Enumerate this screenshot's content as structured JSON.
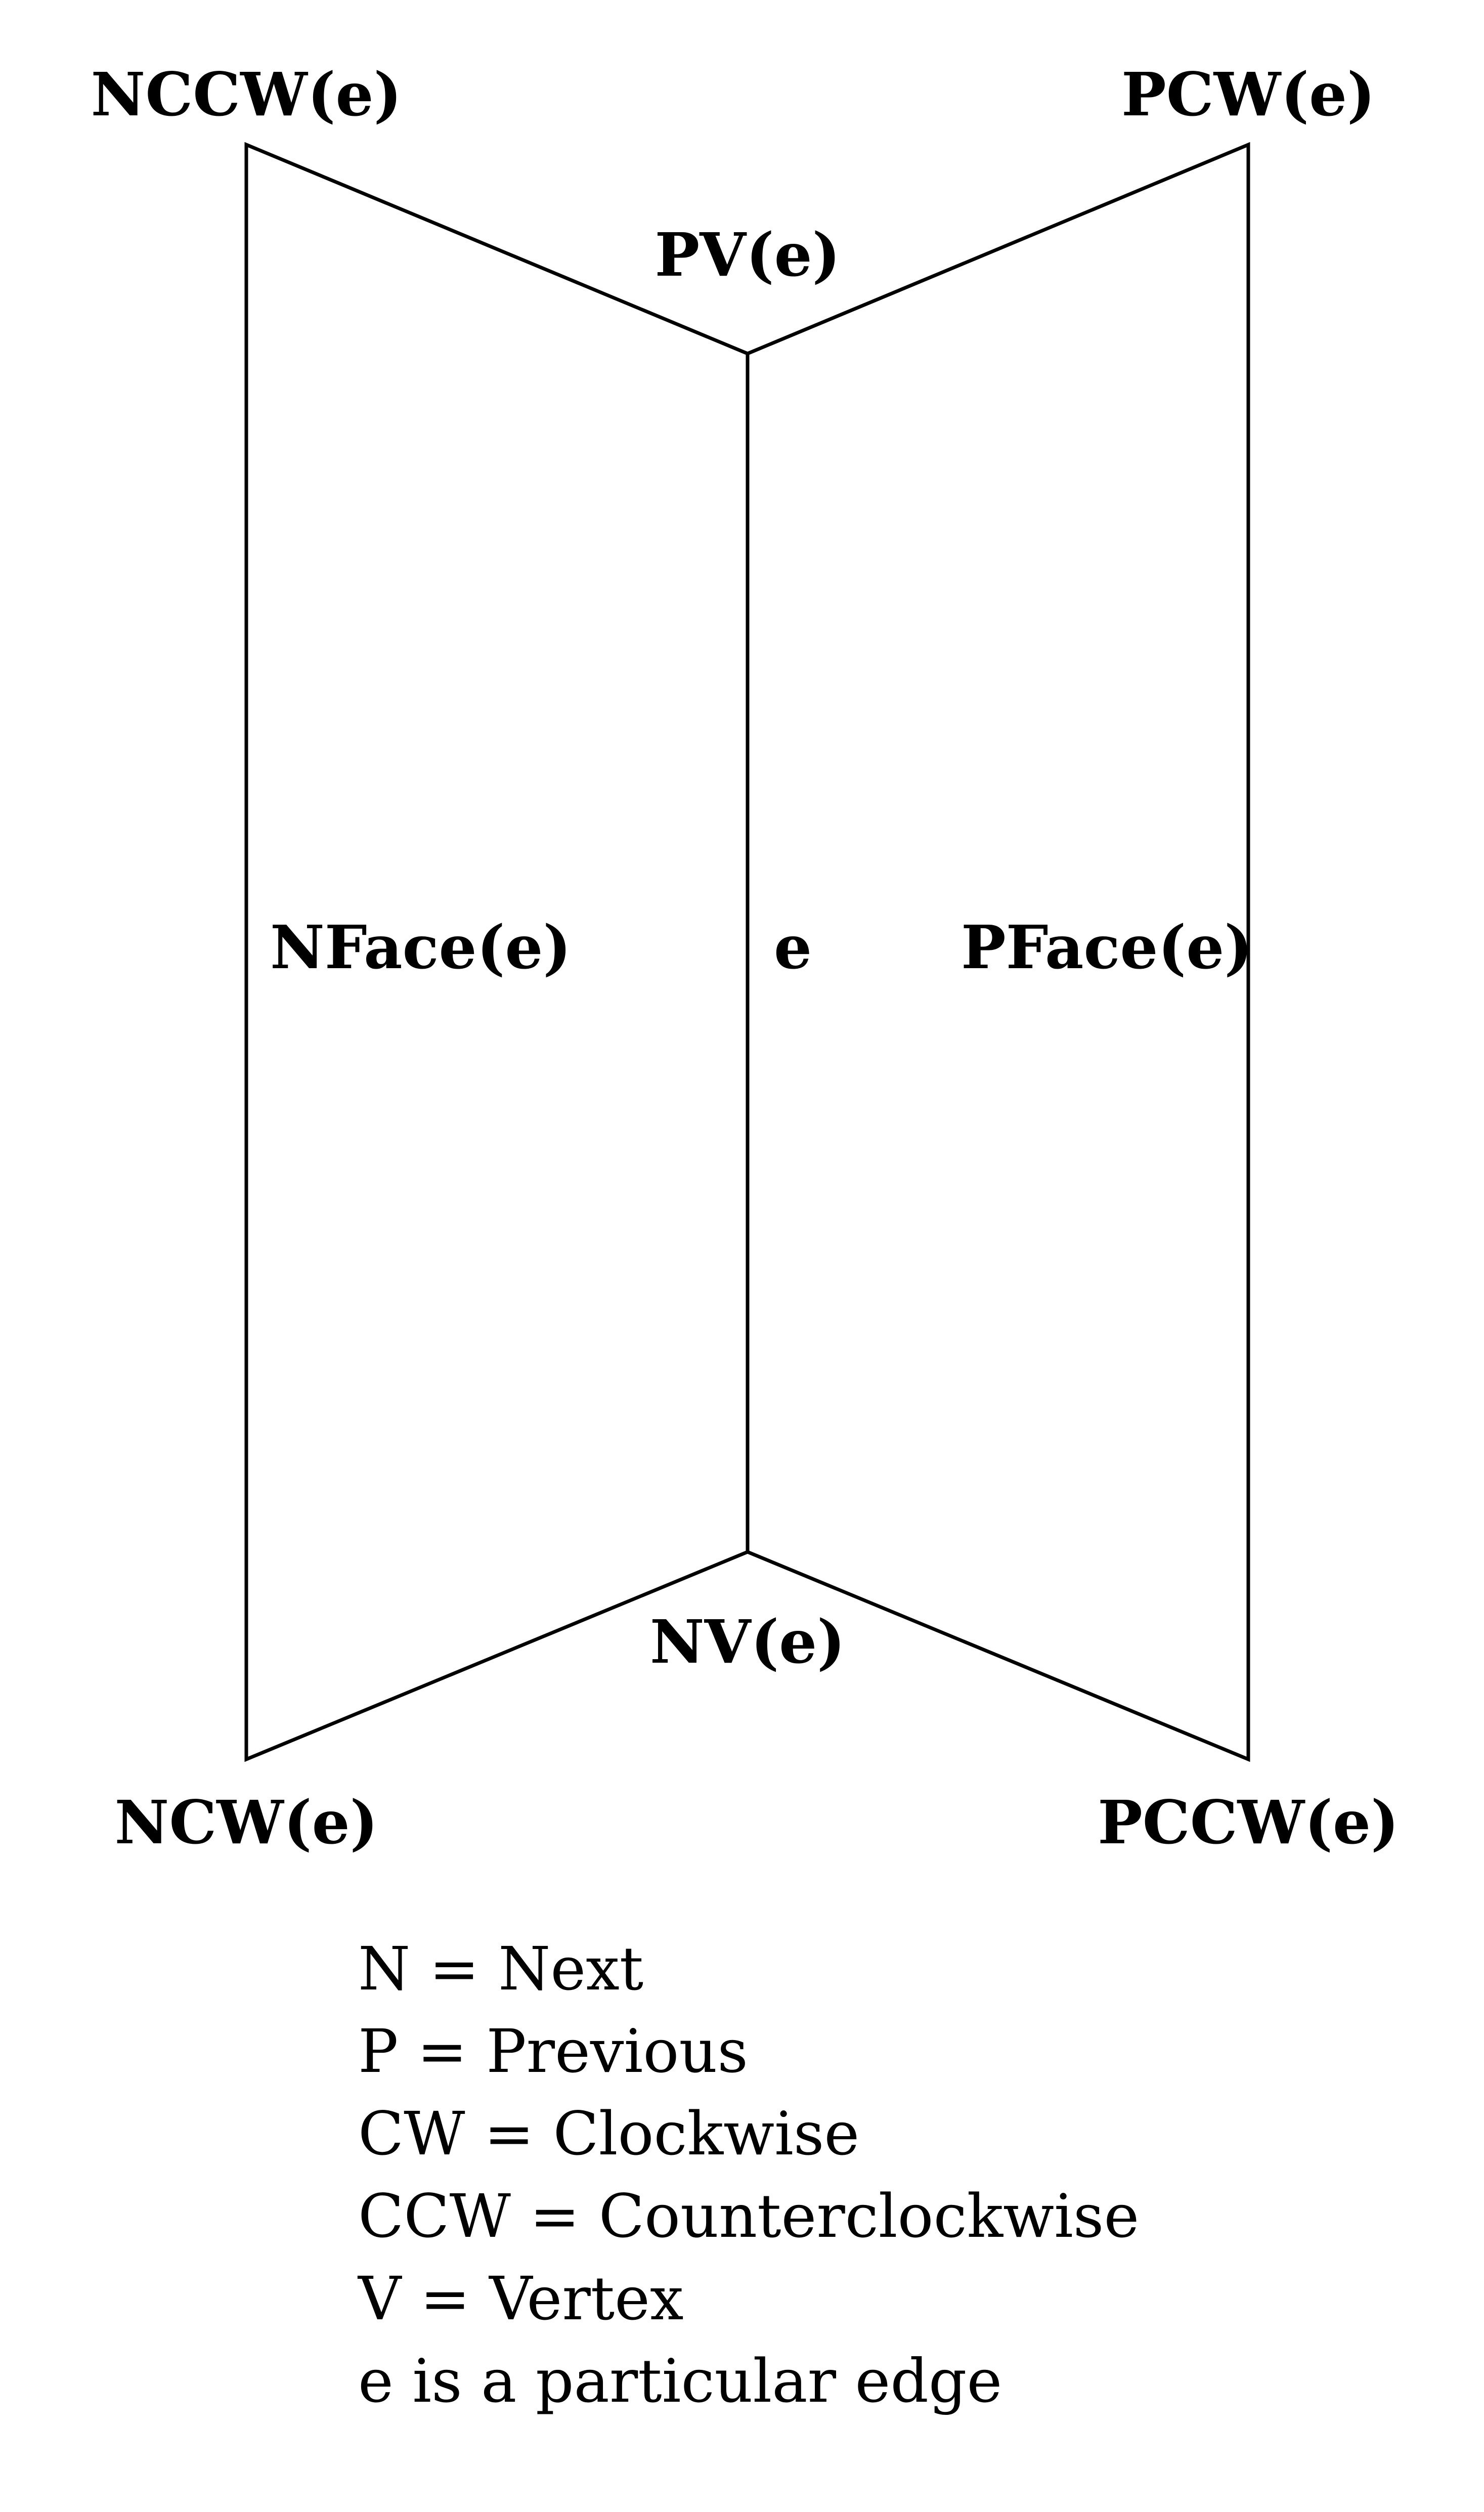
{
  "labels": {
    "nccw": "NCCW(e)",
    "pcw": "PCW(e)",
    "pv": "PV(e)",
    "nface": "NFace(e)",
    "edge": "e",
    "pface": "PFace(e)",
    "nv": "NV(e)",
    "ncw": "NCW(e)",
    "pccw": "PCCW(e)"
  },
  "legend": [
    "N = Next",
    "P = Previous",
    "CW = Clockwise",
    "CCW = Counterclockwise",
    "V = Vertex",
    "e is a particular edge"
  ]
}
